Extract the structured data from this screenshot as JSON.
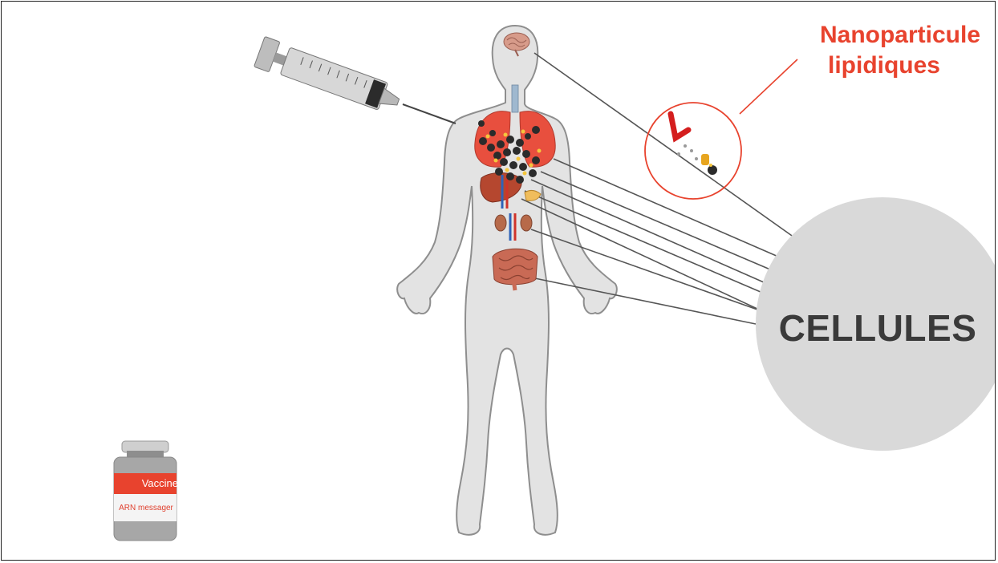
{
  "labels": {
    "nano_line1": "Nanoparticule",
    "nano_line2": "lipidiques",
    "cells": "CELLULES",
    "vial_name": "Vaccine",
    "vial_sub": "ARN messager"
  },
  "colors": {
    "accent_red": "#e8432e",
    "body_fill": "#e3e3e3",
    "circle_fill": "#d9d9d9",
    "connector": "#555555"
  },
  "icons": [
    "syringe-icon",
    "brain-icon",
    "lungs-icon",
    "liver-icon",
    "kidneys-icon",
    "intestines-icon",
    "vaccine-vial-icon",
    "lipid-nanoparticle-icon"
  ]
}
